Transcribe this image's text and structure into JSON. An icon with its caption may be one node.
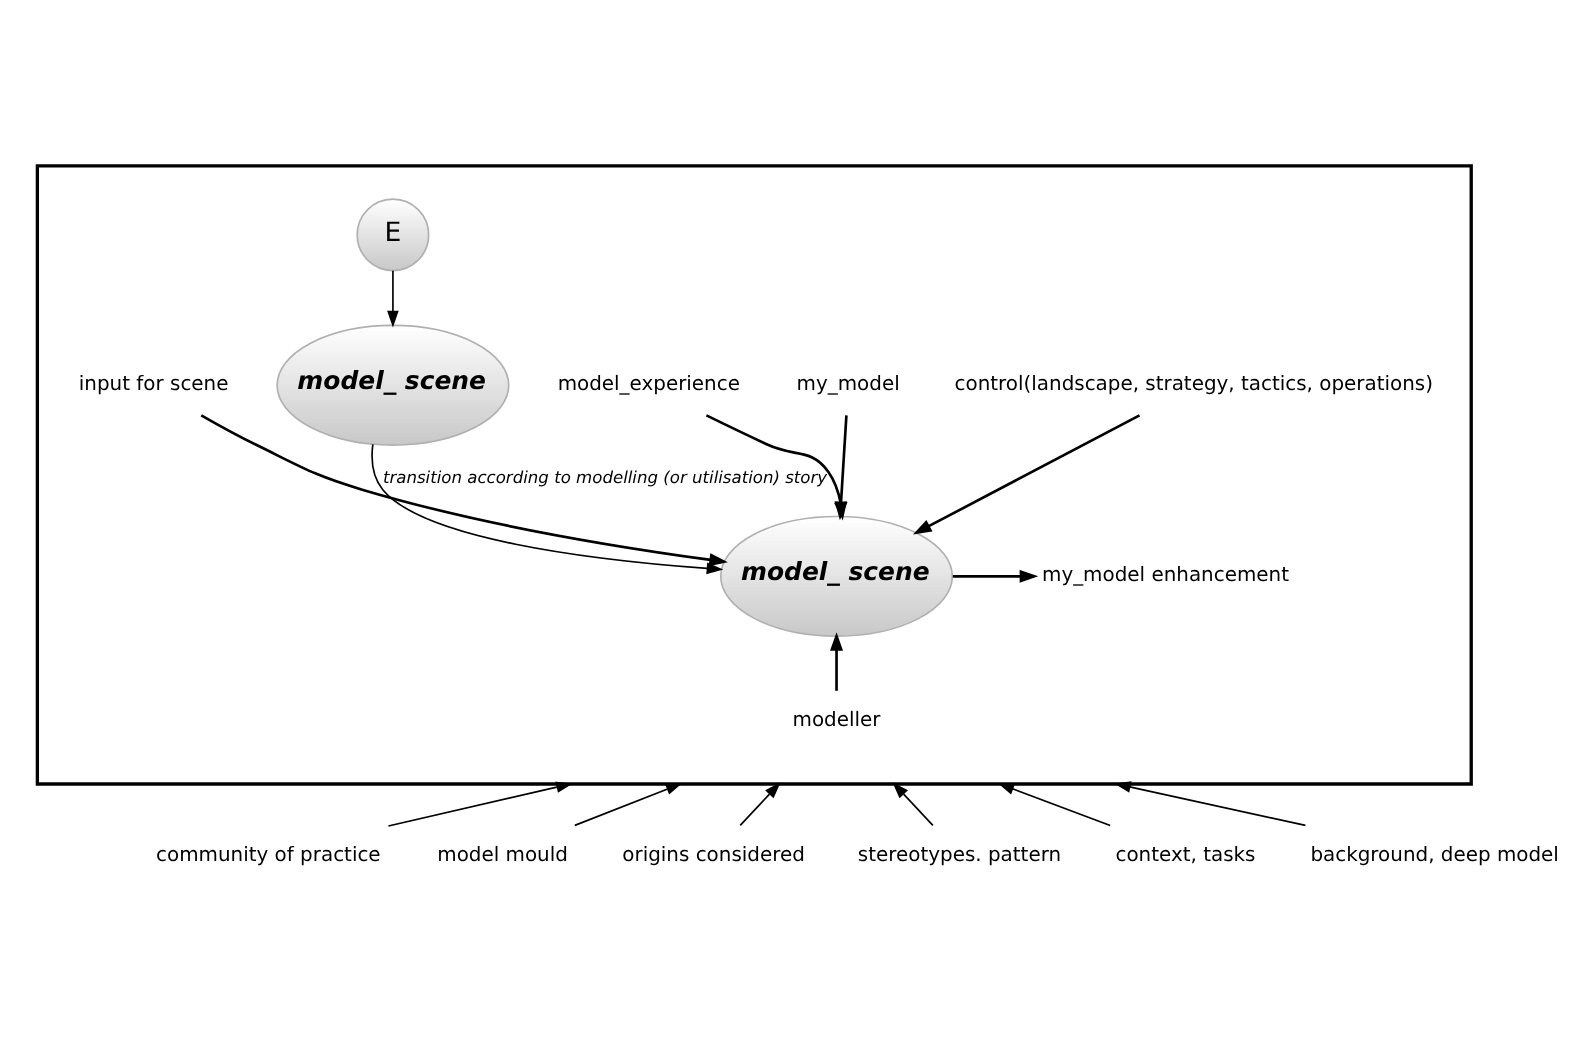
{
  "diagram": {
    "nodes": [
      {
        "text": [],
        "shape": "box"
      },
      {
        "text": [
          "control(landscape, strategy, tactics, operations)"
        ],
        "in": 0
      },
      {
        "text": [
          "my_model"
        ],
        "in": 0
      },
      {
        "text": [
          "model_experience"
        ],
        "in": 0
      },
      {
        "text": [
          "E"
        ],
        "in": 0
      },
      {
        "text": [
          "model_ scene"
        ],
        "in": 0
      },
      {
        "text": [
          "input for scene"
        ],
        "in": 0
      },
      {
        "text": [
          "my_model enhancement"
        ],
        "in": 0
      },
      {
        "text": [
          "model_ scene"
        ],
        "in": 0
      },
      {
        "text": [
          "modeller"
        ],
        "in": 0
      },
      {
        "text": [
          "community of practice"
        ]
      },
      {
        "text": [
          "model mould"
        ]
      },
      {
        "text": [
          "origins considered"
        ]
      },
      {
        "text": [
          "stereotypes. pattern"
        ]
      },
      {
        "text": [
          "context, tasks"
        ]
      },
      {
        "text": [
          "background, deep model"
        ]
      }
    ],
    "edges": [
      {
        "from": 1,
        "to": 5,
        "arrow": "to"
      },
      {
        "from": 2,
        "to": 5,
        "arrow": "to"
      },
      {
        "from": 3,
        "to": 5,
        "arrow": "to"
      },
      {
        "from": 6,
        "to": 5,
        "arrow": "to"
      },
      {
        "from": 5,
        "to": 7,
        "arrow": "to"
      },
      {
        "from": 4,
        "to": 8,
        "arrow": "to"
      },
      {
        "from": 8,
        "to": 5,
        "label": "transition according to modelling (or utilisation) story",
        "arrow": "to"
      },
      {
        "from": 9,
        "to": 5,
        "arrow": "to"
      },
      {
        "from": 10,
        "to": 0,
        "arrow": "to"
      },
      {
        "from": 11,
        "to": 0,
        "arrow": "to"
      },
      {
        "from": 12,
        "to": 0,
        "arrow": "to"
      },
      {
        "from": 13,
        "to": 0,
        "arrow": "to"
      },
      {
        "from": 14,
        "to": 0,
        "arrow": "to"
      },
      {
        "from": 15,
        "to": 0,
        "arrow": "to"
      }
    ]
  }
}
